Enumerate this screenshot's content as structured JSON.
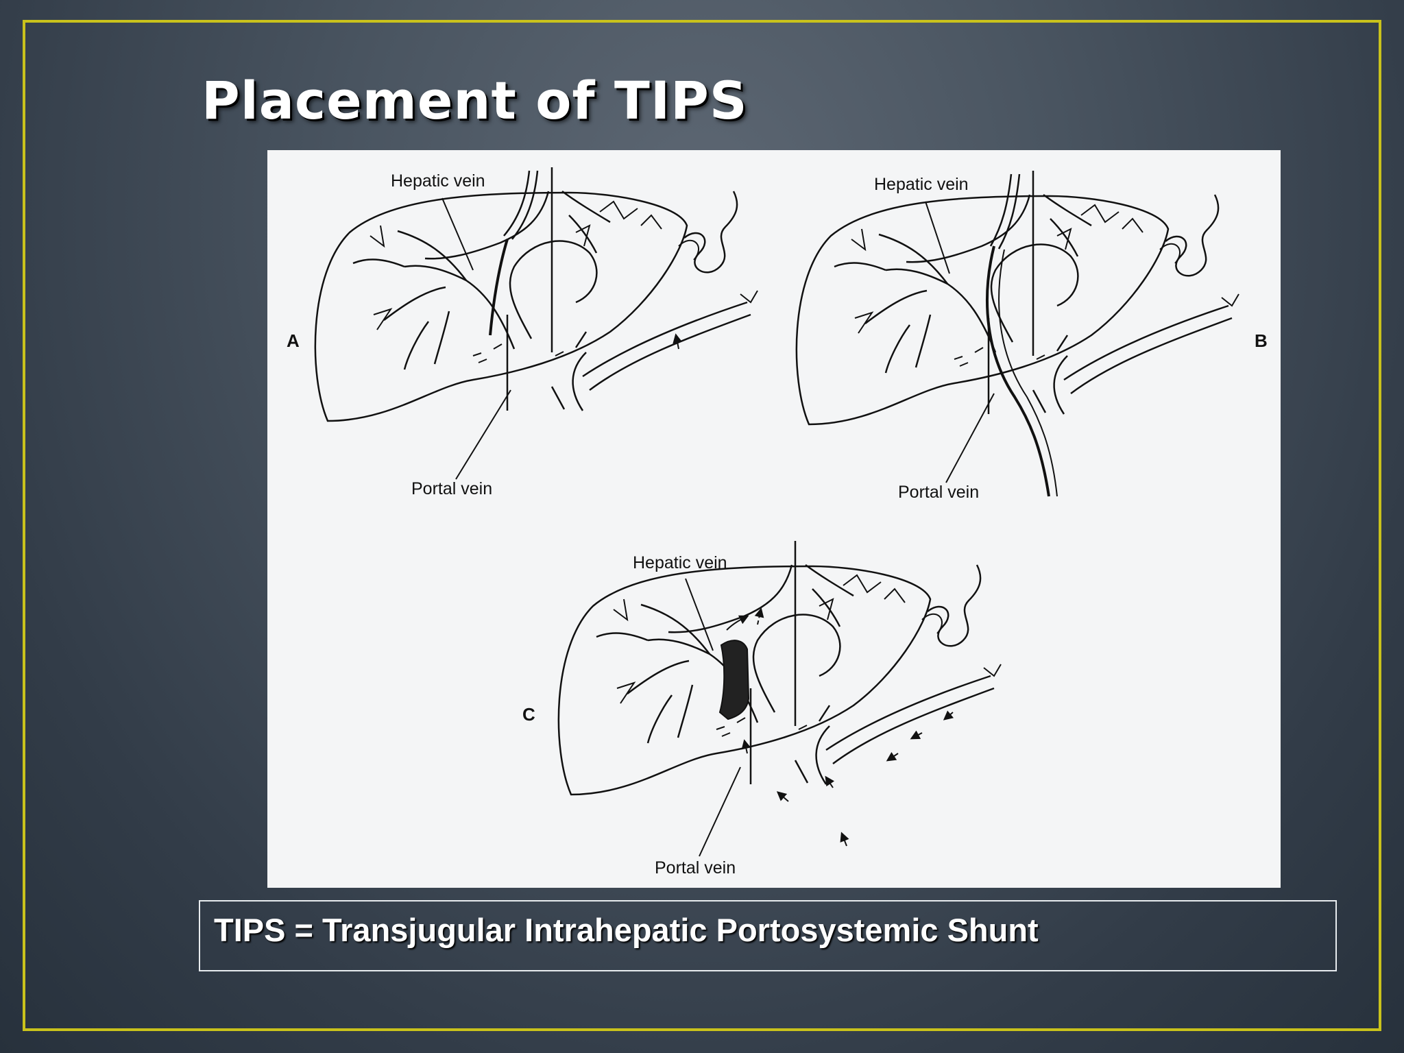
{
  "slide": {
    "title": "Placement of TIPS",
    "caption": "TIPS = Transjugular Intrahepatic Portosystemic Shunt"
  },
  "figure": {
    "panels": [
      {
        "id": "A",
        "label": "A",
        "hepatic_label": "Hepatic vein",
        "portal_label": "Portal vein"
      },
      {
        "id": "B",
        "label": "B",
        "hepatic_label": "Hepatic vein",
        "portal_label": "Portal vein"
      },
      {
        "id": "C",
        "label": "C",
        "hepatic_label": "Hepatic vein",
        "portal_label": "Portal vein"
      }
    ]
  },
  "colors": {
    "frame_border": "#c9c21c",
    "title_text": "#ffffff",
    "figure_background": "#f4f5f6",
    "line_art": "#111111"
  }
}
